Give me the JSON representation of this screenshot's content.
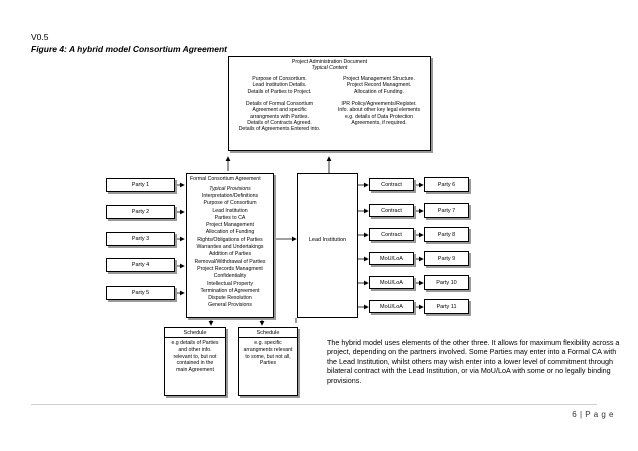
{
  "header": {
    "version": "V0.5",
    "caption": "Figure 4:  A hybrid model Consortium Agreement"
  },
  "pad": {
    "title": "Project Administration Document",
    "subtitle": "Typical Content",
    "left_lines": [
      "Purpose of Consortium.",
      "Lead Institution Details.",
      "Details of Parties to Project.",
      "",
      "Details of Formal Consortium",
      "Agreement and specific",
      "arrangments with Parties.",
      "Details of Contracts Agreed.",
      "Details of Agreements Entered into."
    ],
    "right_lines": [
      "Project Management Structure.",
      "Project Record Managment.",
      "Allocation of Funding.",
      "",
      "IPR Policy/Agreements/Register.",
      "Info. about other key legal elements",
      "e.g. details of Data Protection",
      "Agreements, if required."
    ]
  },
  "left_parties": [
    "Party 1",
    "Party 2",
    "Party 3",
    "Party 4",
    "Party 5"
  ],
  "fca": {
    "title": "Formal Consortium Agreement",
    "subtitle": "Typical Provisions",
    "lines": [
      "Interpretation/Definitions",
      "Purpose of Consortium",
      "Lead Institution",
      "Parties to CA",
      "Project Management",
      "Allocation of Funding",
      "Rights/Obligations of Parties",
      "Warranties and Undertakings",
      "Addition of Parties",
      "Removal/Withdrawal of Parties",
      "Project Records Managment",
      "Confidentiality",
      "Intellectual Property",
      "Termination of Agreement",
      "Dispute Resolution",
      "General Provisions"
    ]
  },
  "lead": {
    "label": "Lead Institution"
  },
  "agreements": [
    "Contract",
    "Contract",
    "Contract",
    "MoU/LoA",
    "MoU/LoA",
    "MoU/LoA"
  ],
  "right_parties": [
    "Party 6",
    "Party 7",
    "Party 8",
    "Party 9",
    "Party 10",
    "Party 11"
  ],
  "schedule1": {
    "title": "Schedule",
    "lines": [
      "e.g details of Parties",
      "and other info.",
      "relevant to, but not",
      "contained in the",
      "main Agreement"
    ]
  },
  "schedule2": {
    "title": "Schedule",
    "lines": [
      "e.g. specific",
      "arrangments relevant",
      "to some, but not all,",
      "Parties"
    ]
  },
  "note": "The hybrid model uses elements of the other three.  It allows for maximum flexibility across a project, depending on the partners involved.  Some Parties may enter into a Formal CA with the Lead Institution, whilst others may wish enter into a lower level of commitment through bilateral contract with the Lead Institution, or via MoU/LoA with some or no legally binding provisions.",
  "footer": {
    "page_number": "6",
    "page_label": "| P a g e"
  }
}
